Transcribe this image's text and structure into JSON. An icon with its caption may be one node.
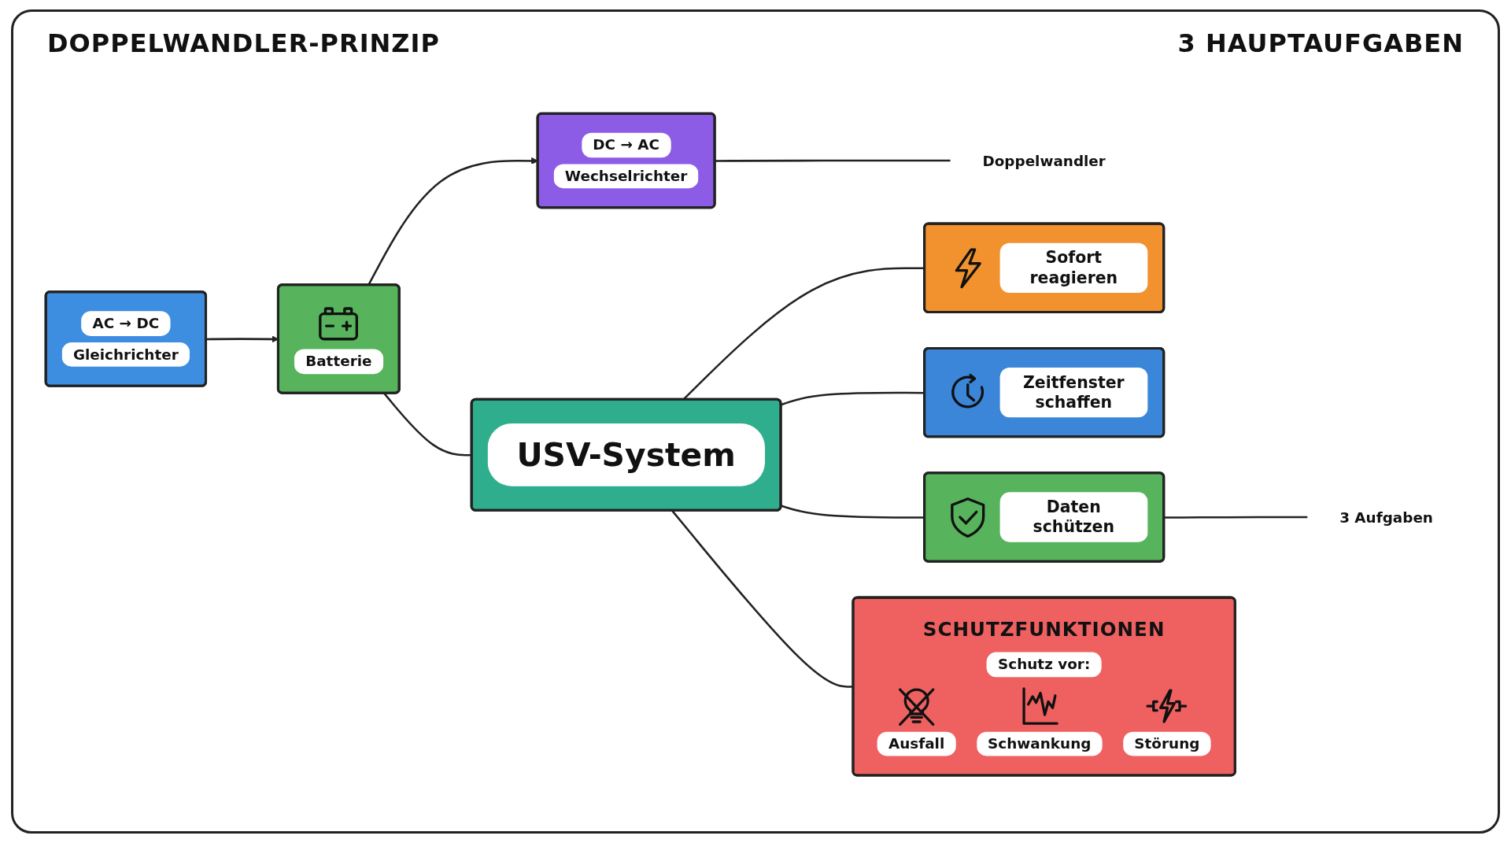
{
  "diagram": {
    "nodes": [
      {
        "text": [
          "AC → DC",
          "Gleichrichter"
        ]
      },
      {
        "text": [
          "Batterie"
        ]
      },
      {
        "text": [
          "DC → AC",
          "Wechselrichter"
        ]
      },
      {
        "text": [
          "Doppelwandler"
        ]
      },
      {
        "text": [
          "USV-System"
        ]
      },
      {
        "text": [
          "Sofort reagieren"
        ]
      },
      {
        "text": [
          "Zeitfenster schaffen"
        ]
      },
      {
        "text": [
          "Daten schützen"
        ]
      },
      {
        "text": [
          "3 Aufgaben"
        ]
      },
      {
        "text": [
          "SCHUTZFUNKTIONEN",
          "Schutz vor:",
          "Ausfall",
          "Schwankung",
          "Störung"
        ]
      }
    ],
    "edges": [
      {
        "from": 0,
        "to": 1,
        "arrow": "to"
      },
      {
        "from": 1,
        "to": 2,
        "arrow": "to"
      },
      {
        "from": 2,
        "to": 3,
        "arrow": "none"
      },
      {
        "from": 1,
        "to": 4,
        "arrow": "none"
      },
      {
        "from": 4,
        "to": 5,
        "arrow": "none"
      },
      {
        "from": 4,
        "to": 6,
        "arrow": "none"
      },
      {
        "from": 4,
        "to": 7,
        "arrow": "none"
      },
      {
        "from": 4,
        "to": 9,
        "arrow": "none"
      },
      {
        "from": 7,
        "to": 8,
        "arrow": "none"
      }
    ],
    "labels": [
      "DOPPELWANDLER-PRINZIP",
      "3 HAUPTAUFGABEN"
    ]
  }
}
